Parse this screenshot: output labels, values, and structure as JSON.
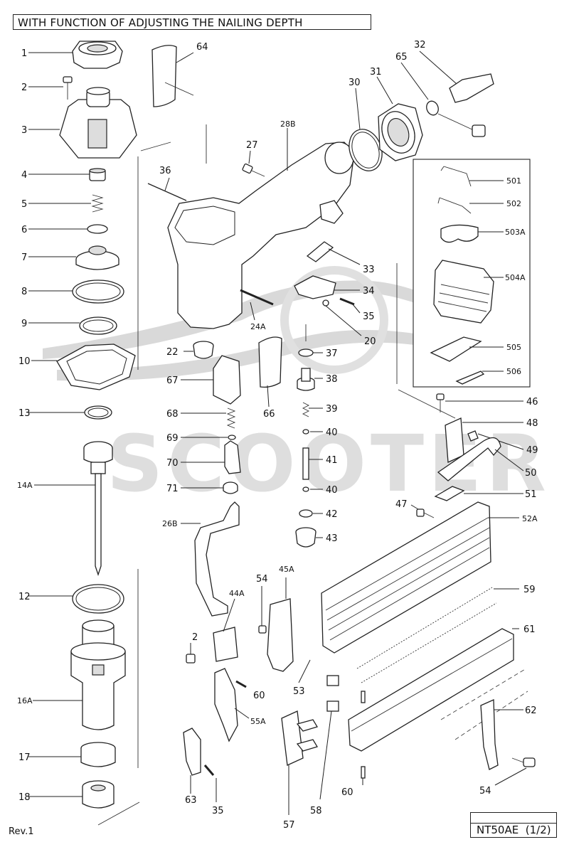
{
  "title": "WITH FUNCTION OF ADJUSTING THE NAILING DEPTH",
  "model": "NT50AE",
  "sheet": "(1/2)",
  "revision": "Rev.1",
  "watermark": "SCOOTER",
  "labels": {
    "p1": "1",
    "p2": "2",
    "p2b": "2",
    "p3": "3",
    "p4": "4",
    "p5": "5",
    "p6": "6",
    "p7": "7",
    "p8": "8",
    "p9": "9",
    "p10": "10",
    "p12": "12",
    "p13": "13",
    "p14a": "14A",
    "p16a": "16A",
    "p17": "17",
    "p18": "18",
    "p20": "20",
    "p22": "22",
    "p24a": "24A",
    "p26b": "26B",
    "p27": "27",
    "p28b": "28B",
    "p30": "30",
    "p31": "31",
    "p32": "32",
    "p33": "33",
    "p34": "34",
    "p35": "35",
    "p35b": "35",
    "p36": "36",
    "p37": "37",
    "p38": "38",
    "p39": "39",
    "p40": "40",
    "p40b": "40",
    "p41": "41",
    "p42": "42",
    "p43": "43",
    "p44a": "44A",
    "p45a": "45A",
    "p46": "46",
    "p47": "47",
    "p48": "48",
    "p49": "49",
    "p50": "50",
    "p51": "51",
    "p52a": "52A",
    "p53": "53",
    "p54": "54",
    "p54b": "54",
    "p55a": "55A",
    "p57": "57",
    "p58": "58",
    "p59": "59",
    "p60": "60",
    "p60b": "60",
    "p61": "61",
    "p62": "62",
    "p63": "63",
    "p64": "64",
    "p65": "65",
    "p66": "66",
    "p67": "67",
    "p68": "68",
    "p69": "69",
    "p70": "70",
    "p71": "71",
    "p501": "501",
    "p502": "502",
    "p503a": "503A",
    "p504a": "504A",
    "p505": "505",
    "p506": "506"
  }
}
